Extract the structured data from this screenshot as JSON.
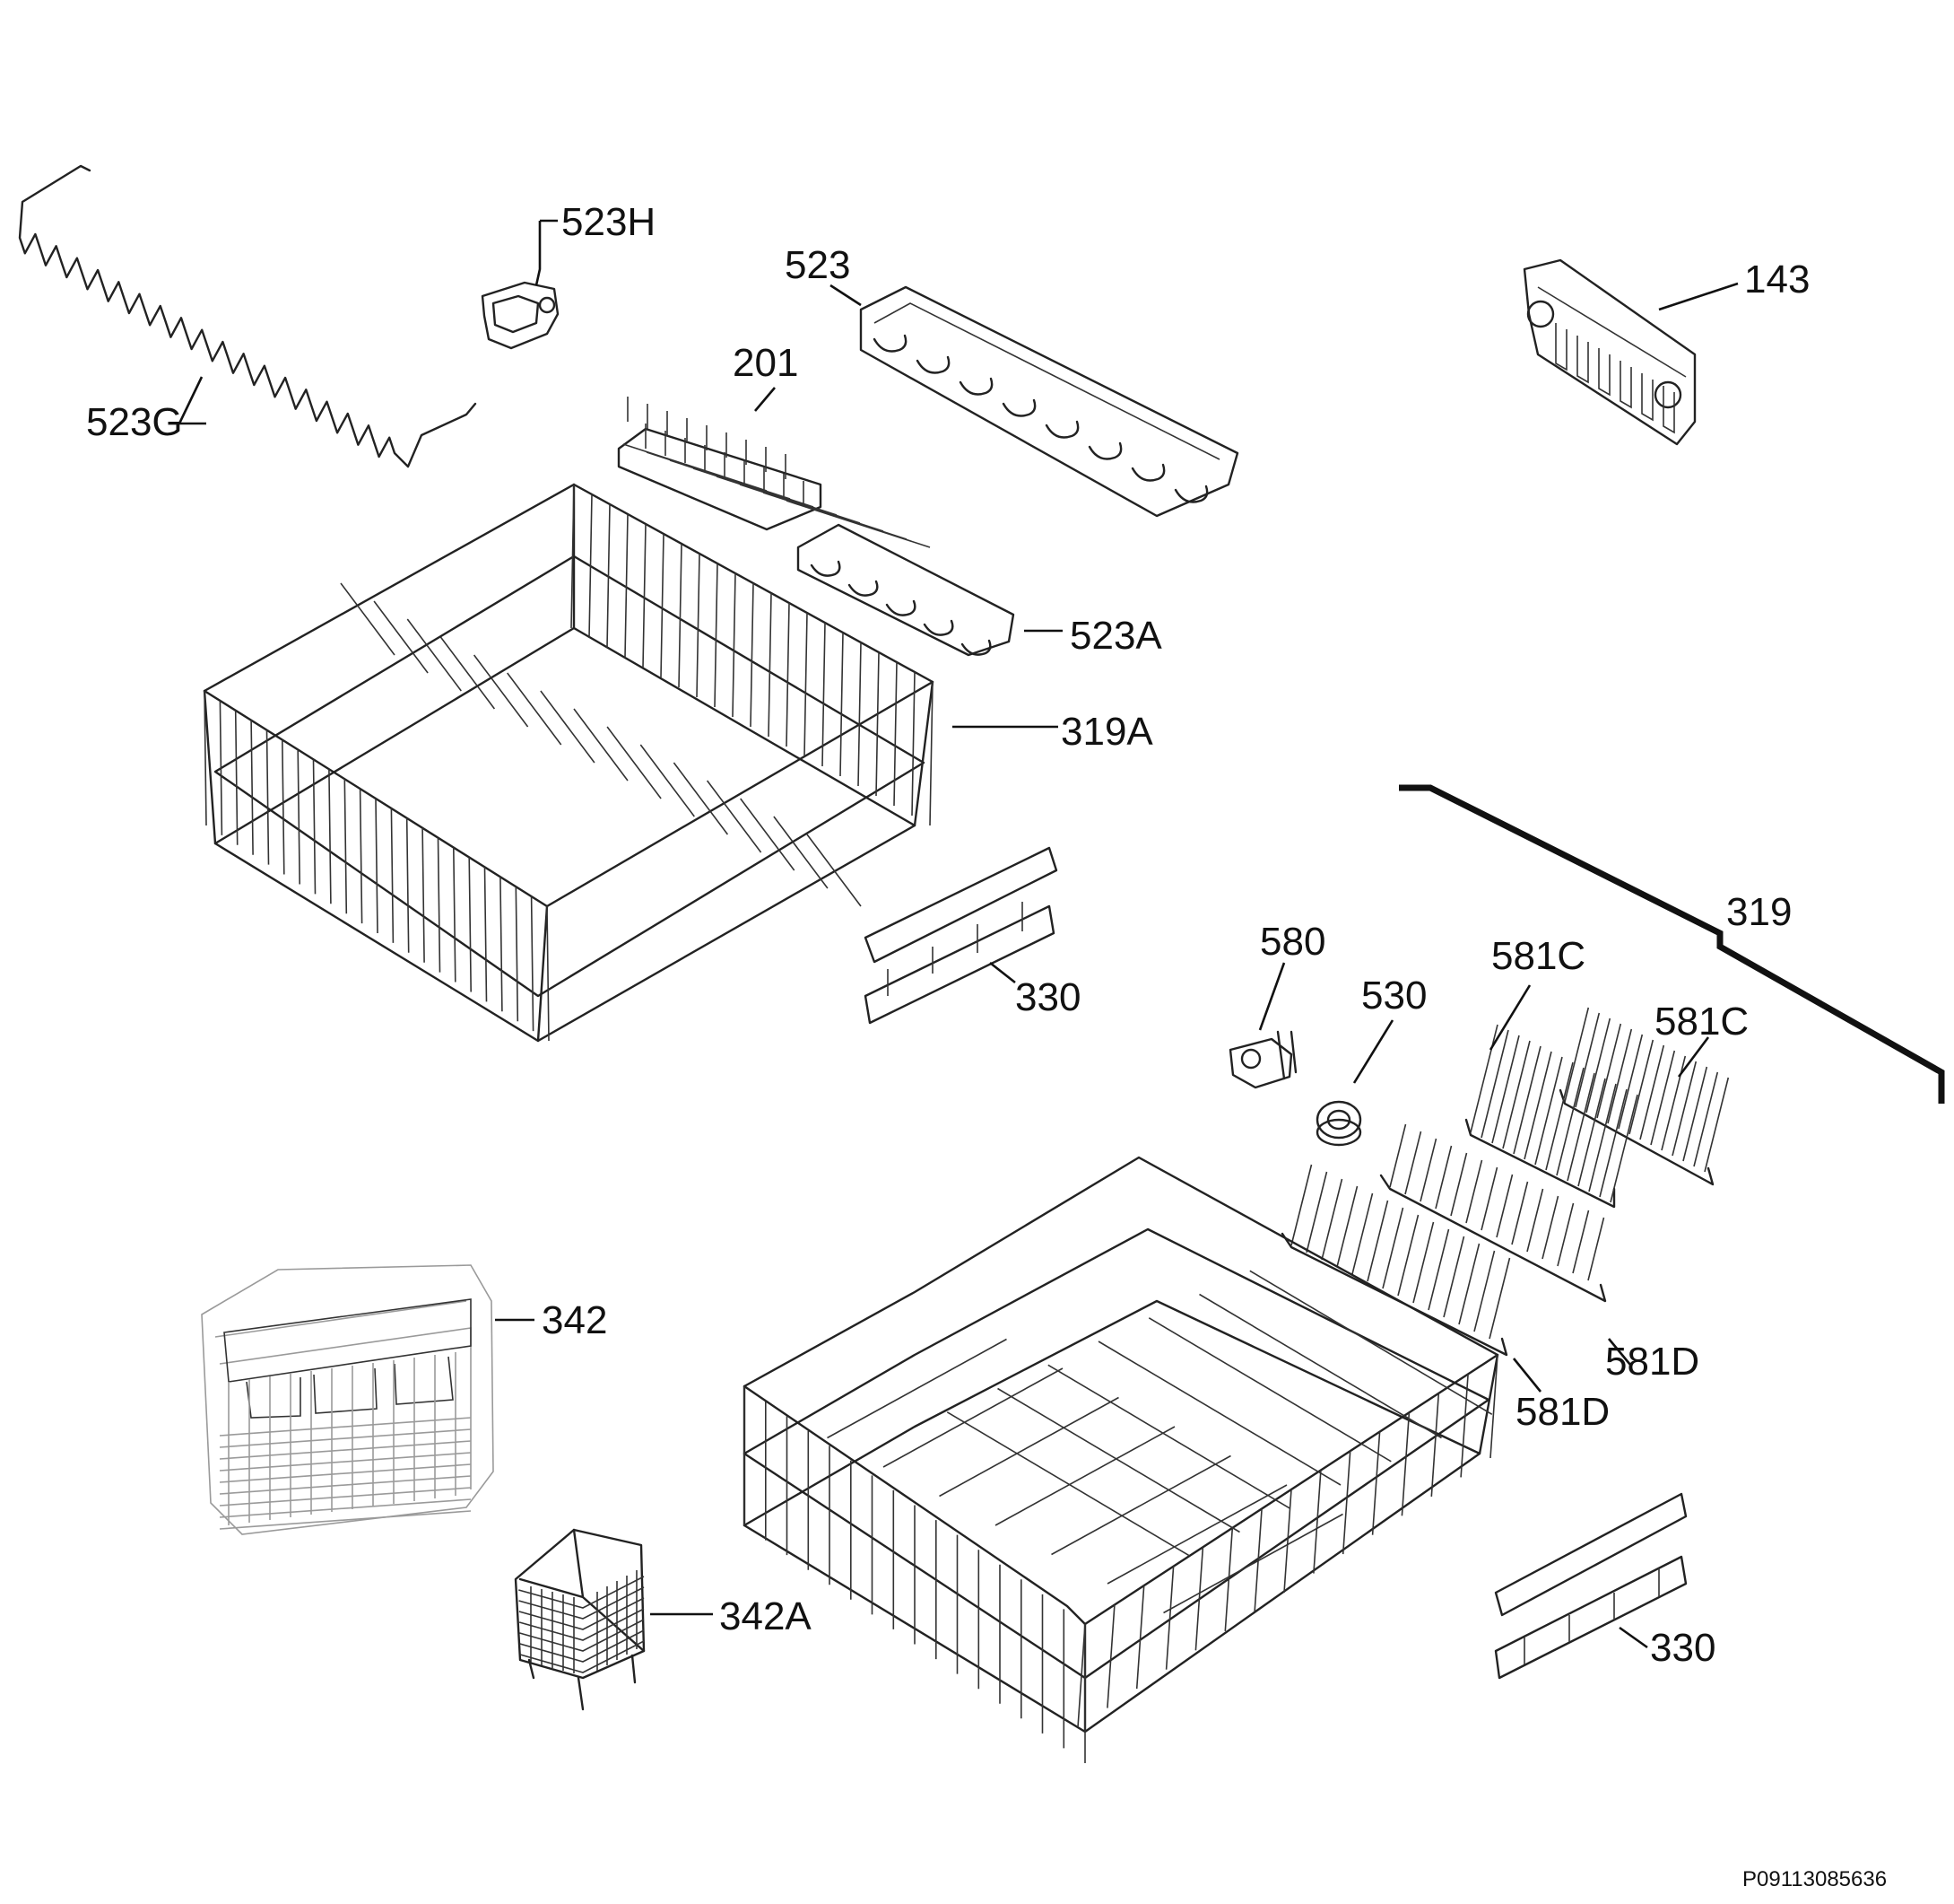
{
  "labels": {
    "l523h": "523H",
    "l523": "523",
    "l143": "143",
    "l201": "201",
    "l523g": "523G",
    "l523a": "523A",
    "l319a": "319A",
    "l319": "319",
    "l580": "580",
    "l530": "530",
    "l581c_1": "581C",
    "l581c_2": "581C",
    "l330_upper": "330",
    "l342": "342",
    "l581d_1": "581D",
    "l581d_2": "581D",
    "l342a": "342A",
    "l330_lower": "330"
  },
  "document_id": "P09113085636"
}
